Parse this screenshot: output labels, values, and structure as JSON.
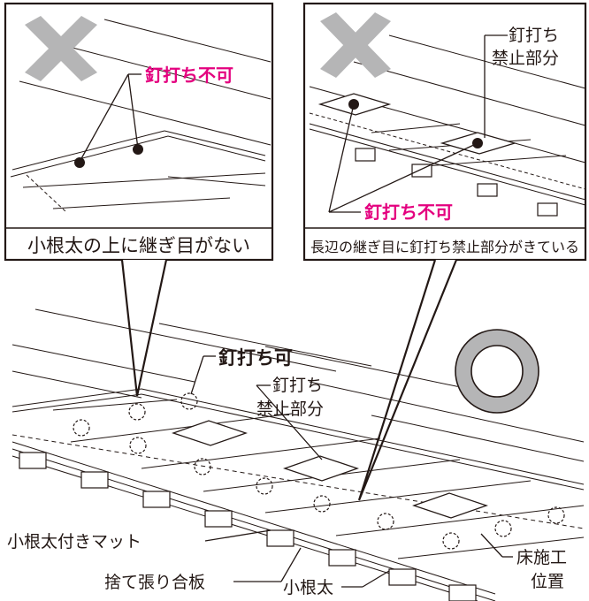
{
  "panels": {
    "left": {
      "mark": "cross-mark",
      "callout": "釘打ち不可",
      "caption": "小根太の上に継ぎ目がない"
    },
    "right": {
      "mark": "cross-mark",
      "label_line1": "釘打ち",
      "label_line2": "禁止部分",
      "callout": "釘打ち不可",
      "caption": "長辺の継ぎ目に釘打ち禁止部分がきている"
    }
  },
  "main": {
    "mark": "circle-ok-mark",
    "nailing_ok": "釘打ち可",
    "no_nail_line1": "釘打ち",
    "no_nail_line2": "禁止部分",
    "mat_label": "小根太付きマット",
    "plywood_label": "捨て張り合板",
    "joist_label": "小根太",
    "floor_pos_line1": "床施工",
    "floor_pos_line2": "位置"
  },
  "colors": {
    "ink": "#231815",
    "accent": "#e4007f",
    "mark_gray": "#b5b5b6"
  }
}
